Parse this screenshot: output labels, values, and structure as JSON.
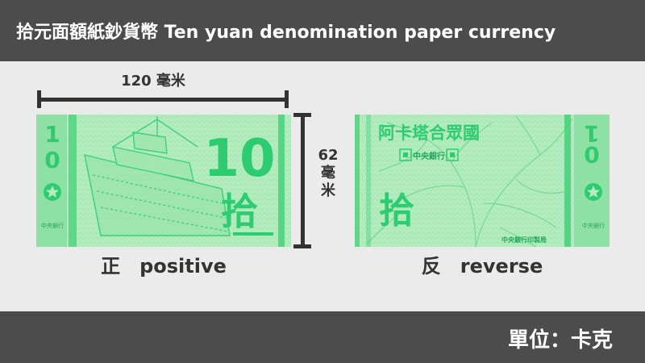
{
  "header": {
    "title": "拾元面額紙鈔貨幣   Ten yuan denomination paper currency"
  },
  "dimensions": {
    "width_label": "120 毫米",
    "height_value": "62",
    "height_unit_1": "毫",
    "height_unit_2": "米"
  },
  "front": {
    "denomination_number": "10",
    "denomination_chinese": "拾",
    "side_digits": [
      "1",
      "0"
    ],
    "caption_cn": "正",
    "caption_en": "positive",
    "small_bank_text": "中央銀行"
  },
  "back": {
    "country_name": "阿卡塔合眾國",
    "bank_name": "中央銀行",
    "denomination_chinese": "拾",
    "printing_text": "中央銀行印製局",
    "side_digits": [
      "0",
      "1"
    ],
    "caption_cn": "反",
    "caption_en": "reverse",
    "small_bank_text": "中央銀行"
  },
  "footer": {
    "unit_label": "單位：卡克"
  },
  "colors": {
    "note_green_light": "#a9e8b6",
    "note_green": "#2ecc71",
    "note_green_dark": "#22a85a",
    "bar_gray": "#4c4c4c"
  }
}
